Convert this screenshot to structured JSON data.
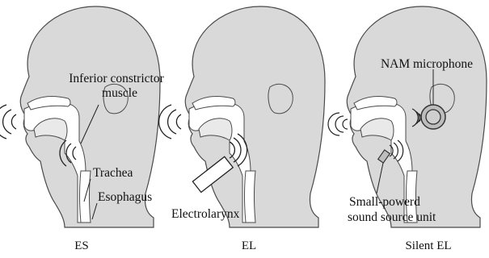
{
  "panels": [
    {
      "caption": "ES",
      "labels": {
        "constrictor_line1": "Inferior constrictor",
        "constrictor_line2": "muscle",
        "trachea": "Trachea",
        "esophagus": "Esophagus"
      }
    },
    {
      "caption": "EL",
      "labels": {
        "device": "Electrolarynx"
      }
    },
    {
      "caption": "Silent EL",
      "labels": {
        "microphone": "NAM microphone",
        "source_line1": "Small-powerd",
        "source_line2": "sound source unit"
      }
    }
  ],
  "colors": {
    "head_fill": "#d9d9d9",
    "outline": "#4a4a4a",
    "airway_fill": "#ffffff",
    "text": "#111111"
  },
  "icons": [
    "sound-wave-icon",
    "electrolarynx-icon",
    "microphone-icon",
    "sound-source-icon"
  ]
}
